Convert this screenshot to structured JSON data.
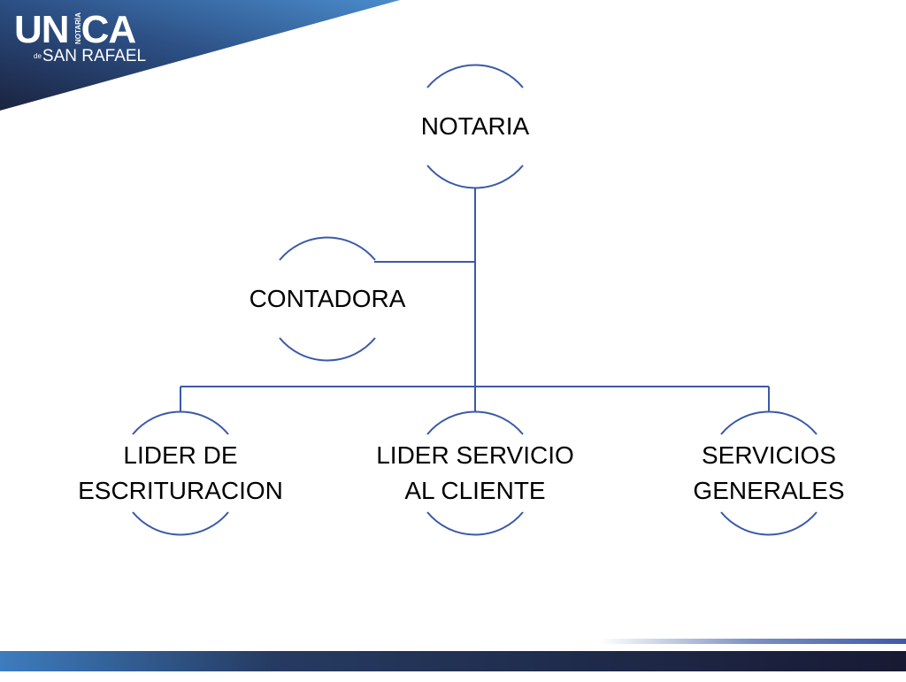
{
  "logo": {
    "main": "UNCA",
    "vertical": "NOTARÍA",
    "prefix": "de",
    "sub": "SAN RAFAEL"
  },
  "org_chart": {
    "root": "NOTARIA",
    "staff": "CONTADORA",
    "children": [
      {
        "line1": "LIDER DE",
        "line2": "ESCRITURACION"
      },
      {
        "line1": "LIDER SERVICIO",
        "line2": "AL CLIENTE"
      },
      {
        "line1": "SERVICIOS",
        "line2": "GENERALES"
      }
    ]
  },
  "colors": {
    "line": "#3a5aa8",
    "banner_dark": "#1b2340",
    "banner_light": "#4a8ccc"
  }
}
